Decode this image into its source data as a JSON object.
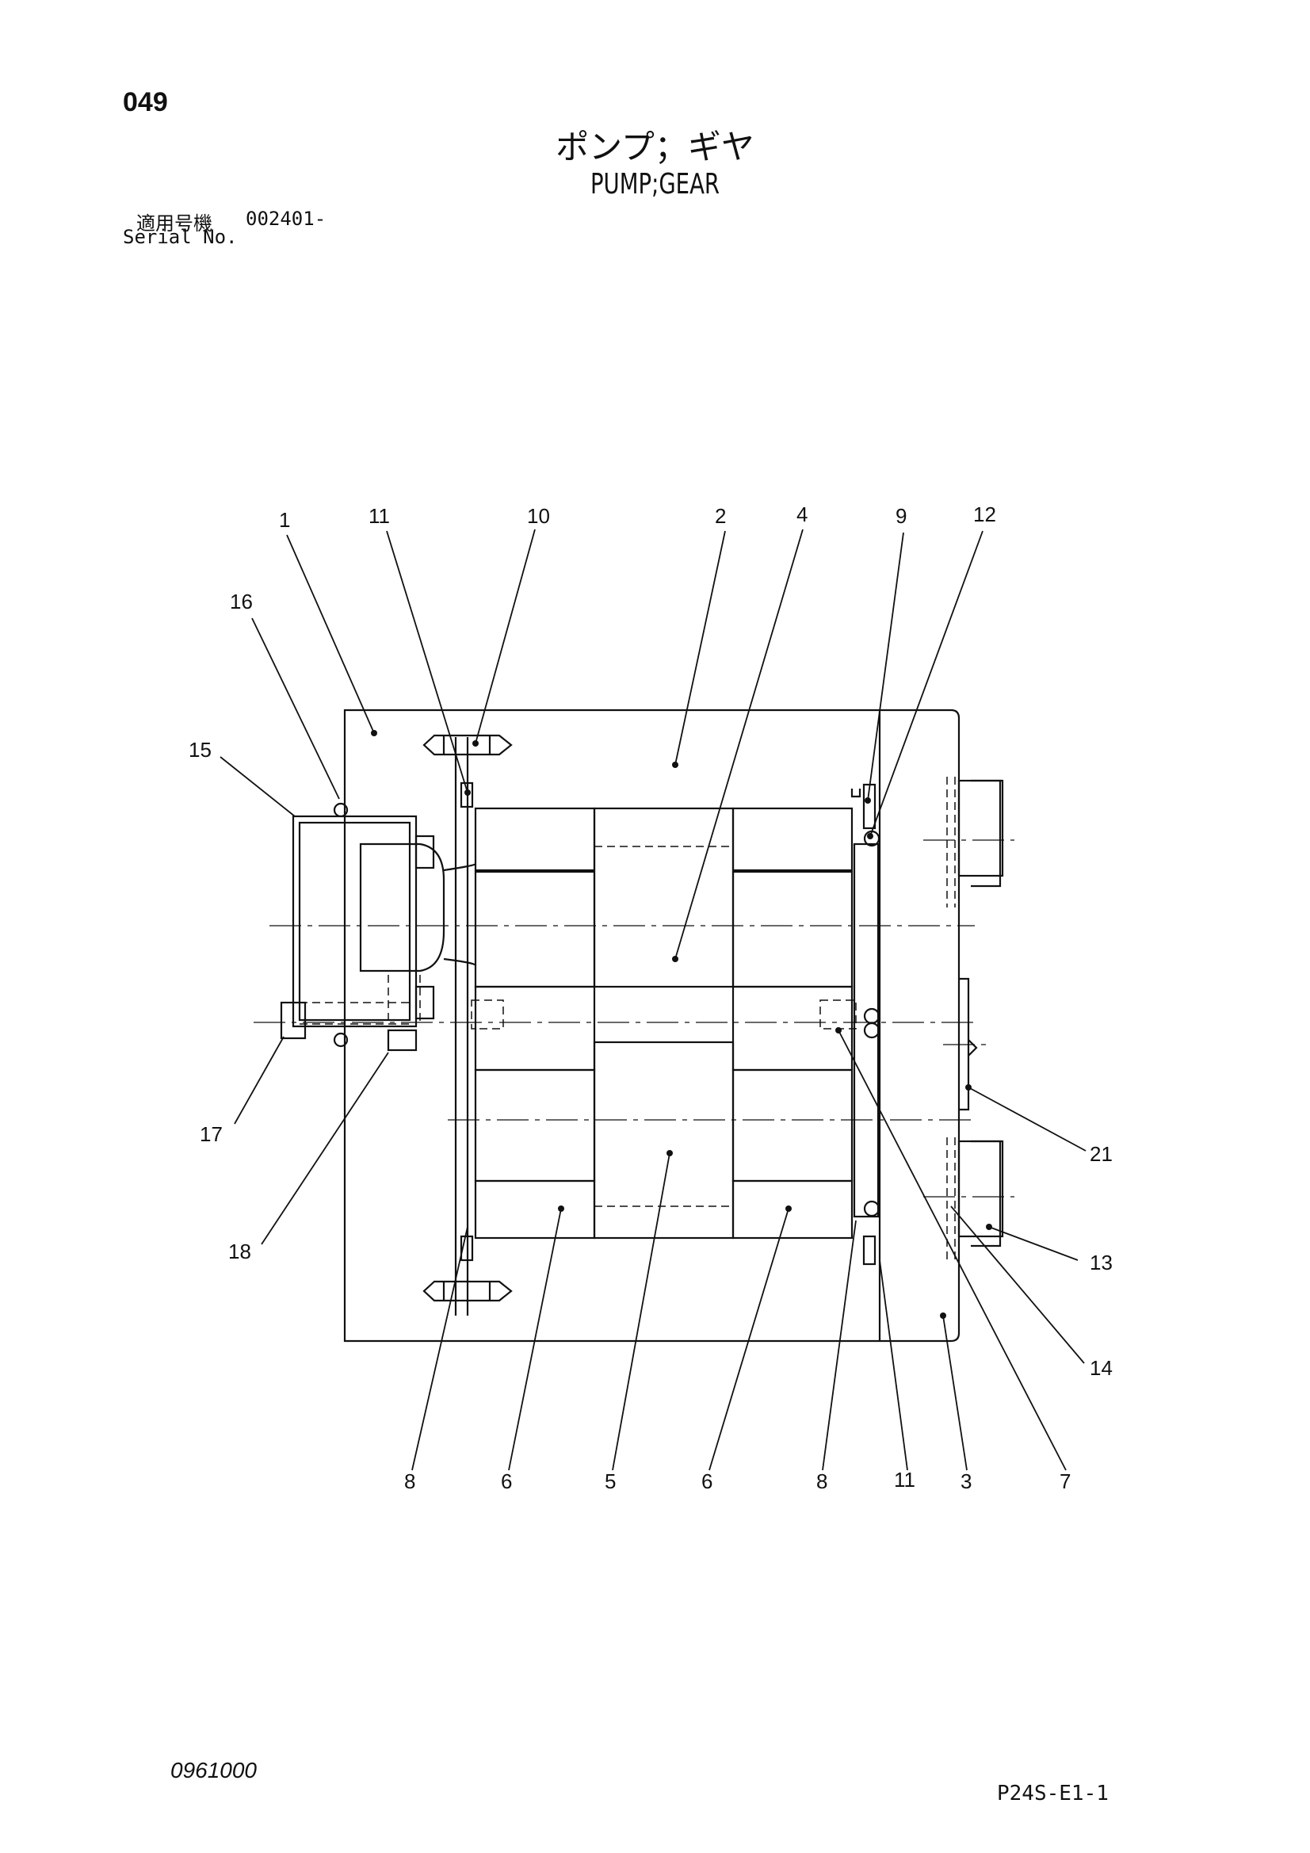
{
  "header": {
    "page_number": "049",
    "title_jp": "ポンプ；ギヤ",
    "title_en": "PUMP;GEAR",
    "serial_label_jp": "適用号機",
    "serial_value": "002401-",
    "serial_label_en": "Serial No."
  },
  "callouts": [
    "1",
    "11",
    "10",
    "2",
    "4",
    "9",
    "12",
    "16",
    "15",
    "17",
    "18",
    "21",
    "13",
    "14",
    "8",
    "6",
    "5",
    "6",
    "8",
    "11",
    "3",
    "7"
  ],
  "footer": {
    "drawing_code": "0961000",
    "sheet_code": "P24S-E1-1"
  }
}
